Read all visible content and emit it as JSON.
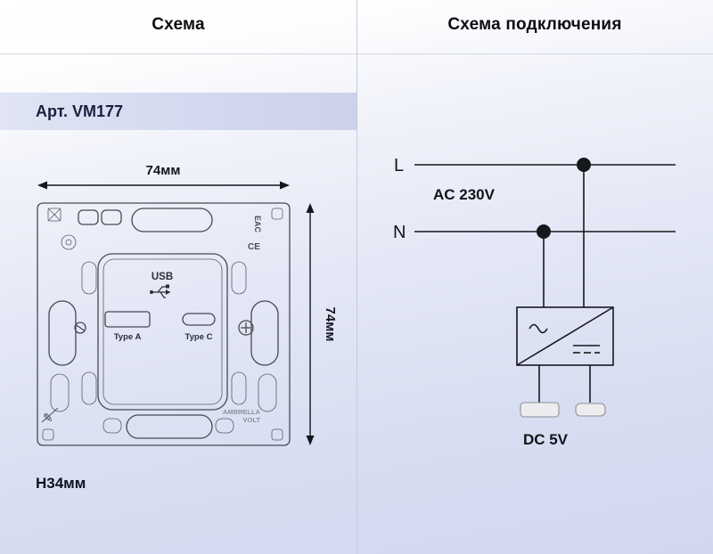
{
  "header": {
    "left_title": "Схема",
    "right_title": "Схема подключения"
  },
  "left_panel": {
    "article": "Арт. VM177",
    "dimensions": {
      "width": "74мм",
      "height": "74мм",
      "depth": "H34мм"
    },
    "device": {
      "usb_label": "USB",
      "port_a_label": "Type A",
      "port_c_label": "Type C",
      "brand_line1": "AMBRELLA",
      "brand_line2": "VOLT",
      "cert_eac": "EAC",
      "cert_ce": "CE"
    }
  },
  "right_panel": {
    "phase_label": "L",
    "neutral_label": "N",
    "ac_label": "AC 230V",
    "dc_label": "DC 5V"
  },
  "colors": {
    "line_color": "#17181c",
    "band_color": "#d2d8ee",
    "background_bottom": "#d1d7ee"
  }
}
